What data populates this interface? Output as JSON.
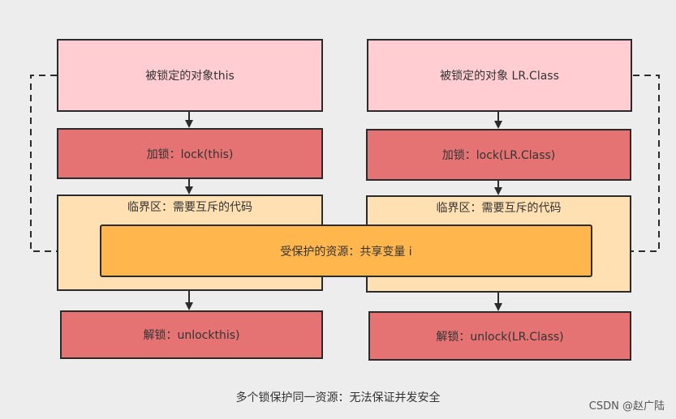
{
  "left": {
    "locked_object": "被锁定的对象this",
    "lock": "加锁：lock(this)",
    "critical_section": "临界区：需要互斥的代码",
    "unlock": "解锁：unlockthis)"
  },
  "right": {
    "locked_object": "被锁定的对象 LR.Class",
    "lock": "加锁：lock(LR.Class)",
    "critical_section": "临界区：需要互斥的代码",
    "unlock": "解锁：unlock(LR.Class)"
  },
  "shared_resource": "受保护的资源：共享变量 i",
  "caption": "多个锁保护同一资源：无法保证并发安全",
  "watermark": "CSDN @赵广陆",
  "colors": {
    "object_fill": "#ffcdd2",
    "lock_fill": "#e57373",
    "critical_fill": "#ffe0b2",
    "resource_fill": "#ffb74d",
    "background": "#ededed"
  }
}
